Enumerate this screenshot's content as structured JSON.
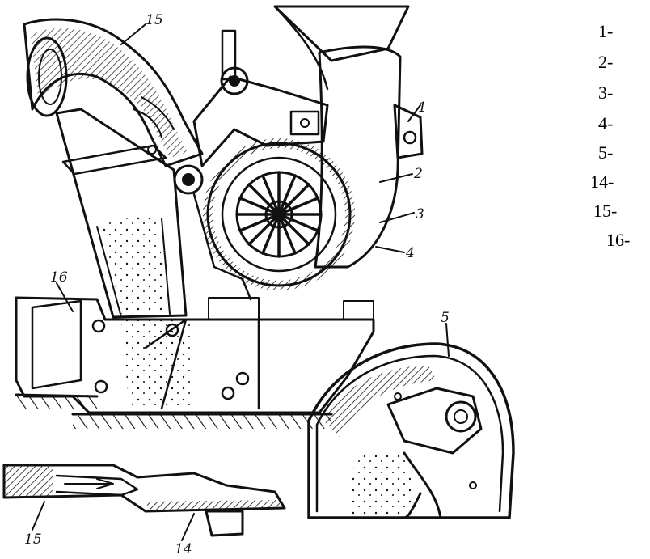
{
  "figure": {
    "callouts": {
      "c1": "1",
      "c2": "2",
      "c3": "3",
      "c4": "4",
      "c5": "5",
      "c14": "14",
      "c15_top": "15",
      "c15_bottom": "15",
      "c16": "16"
    }
  },
  "legend": {
    "items": [
      "1-",
      "2-",
      "3-",
      "4-",
      "5-",
      "14-",
      "15-",
      "16-"
    ]
  }
}
